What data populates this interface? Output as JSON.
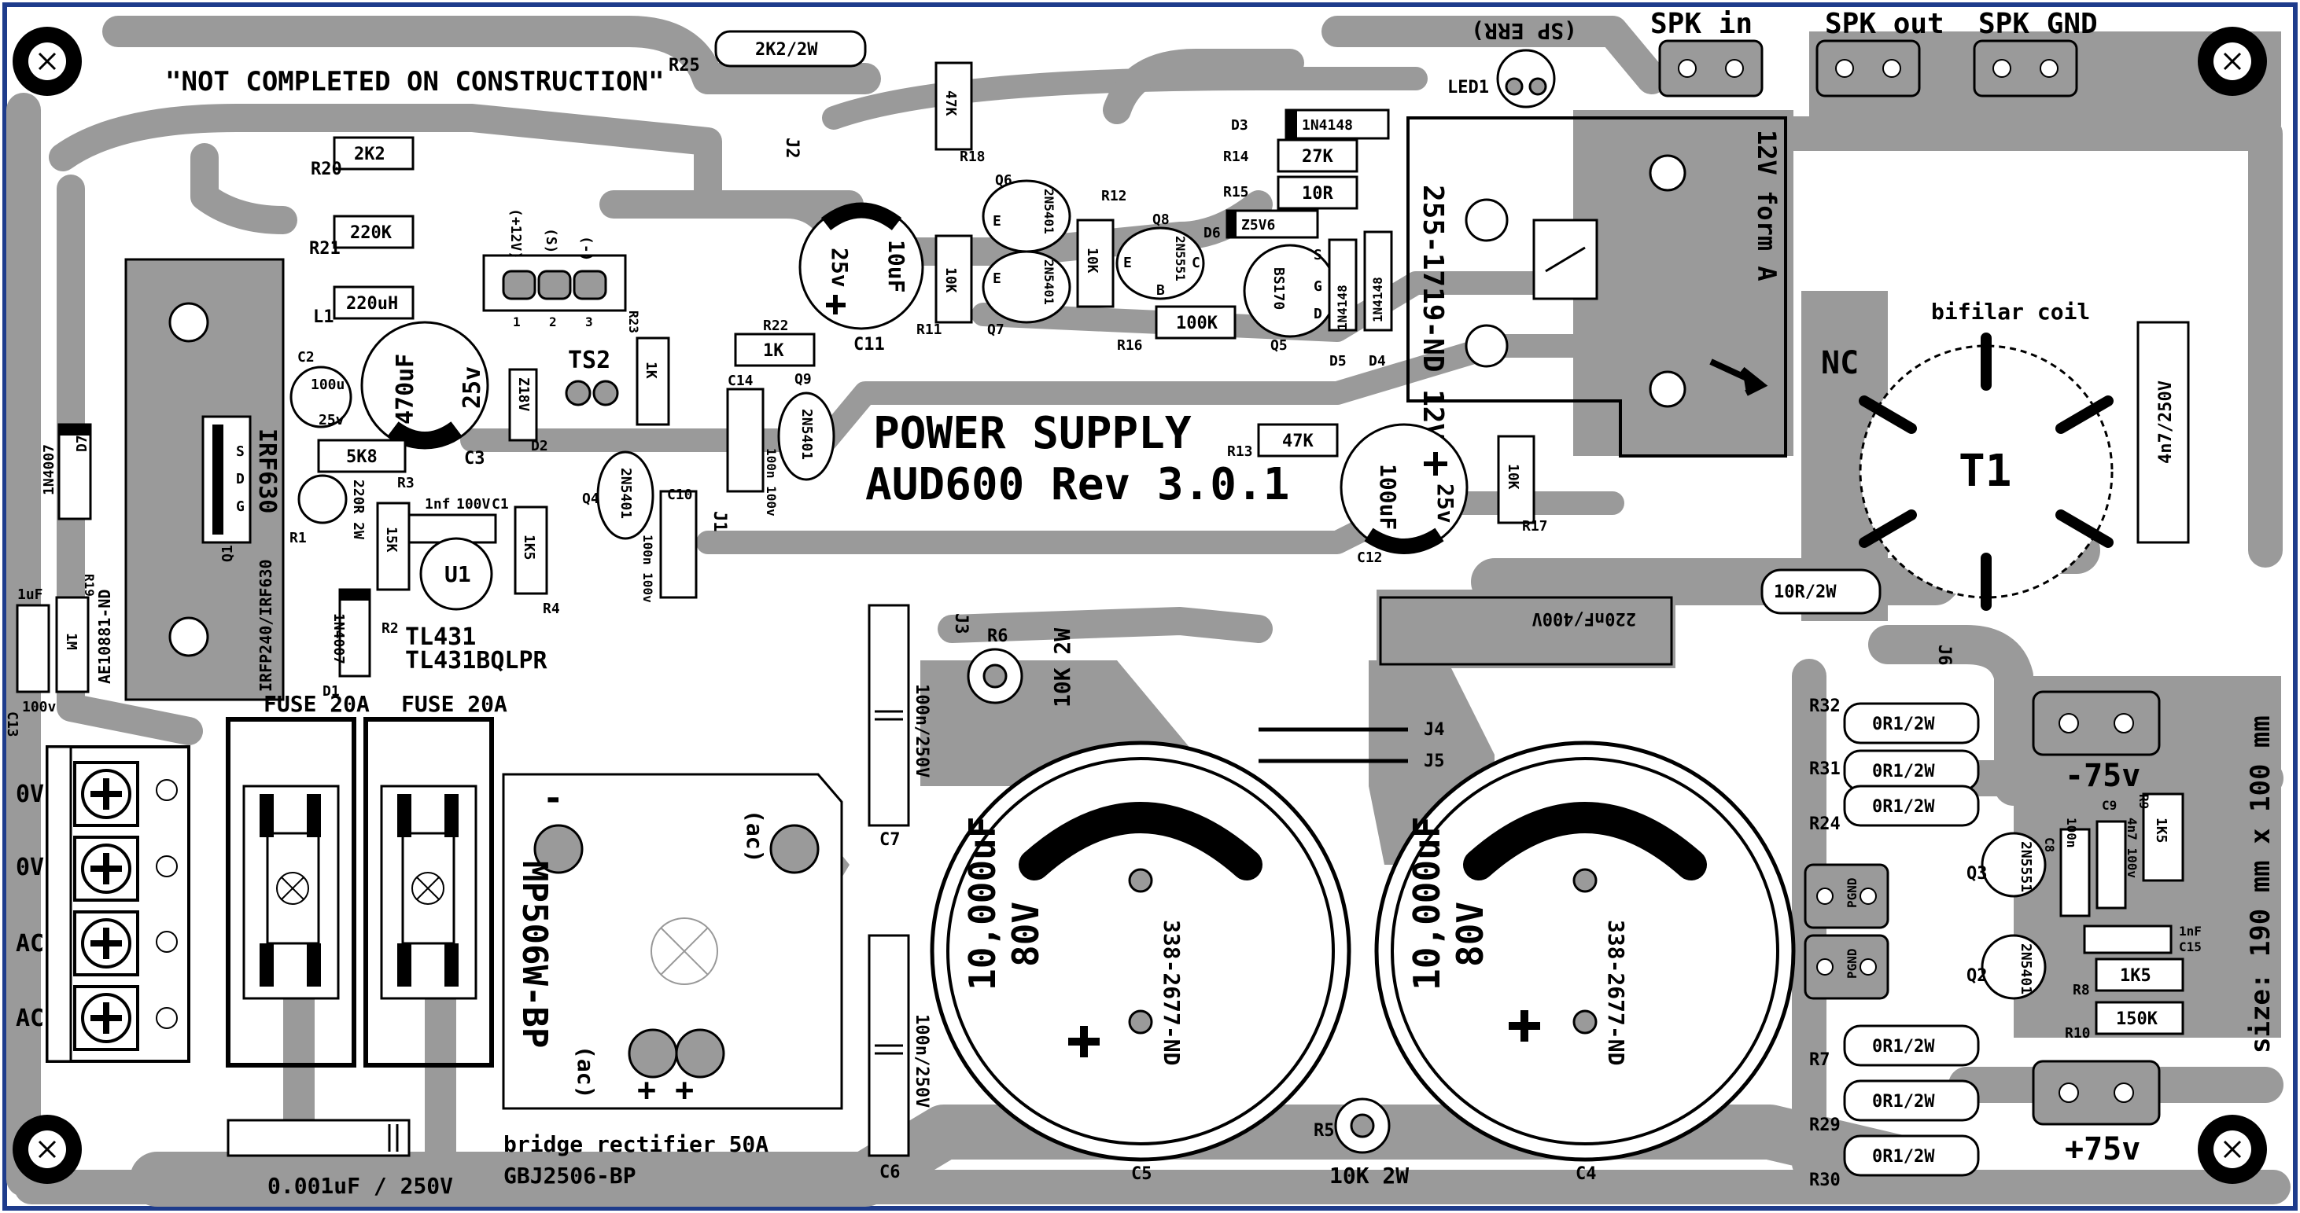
{
  "board": {
    "title_line1": "POWER SUPPLY",
    "title_line2": "AUD600 Rev 3.0.1",
    "notice": "\"NOT COMPLETED ON CONSTRUCTION\"",
    "size_note": "size: 190 mm x 100 mm",
    "colors": {
      "copper": "#9a9a9a",
      "silk": "#000000",
      "background": "#ffffff",
      "frame": "#1e3c8c"
    }
  },
  "connectors": {
    "spk_in": "SPK in",
    "spk_out": "SPK out",
    "spk_gnd": "SPK GND",
    "sp_err": "(SP ERR)",
    "neg_rail": "-75v",
    "pos_rail": "+75v",
    "pgnd_a": "PGND",
    "pgnd_b": "PGND",
    "terminal_labels": [
      "0V",
      "0V",
      "AC",
      "AC"
    ],
    "ts2": "TS2"
  },
  "relay": {
    "part": "255-1719-ND 12V",
    "type": "12V form A",
    "nc": "NC"
  },
  "transformer": {
    "name": "T1",
    "note": "bifilar coil"
  },
  "fuses": {
    "f1": "FUSE 20A",
    "f2": "FUSE 20A"
  },
  "bridge": {
    "part": "MP506W-BP",
    "caption": "bridge rectifier 50A",
    "alt_part": "GBJ2506-BP",
    "ac1": "(ac)",
    "ac2": "(ac)",
    "minus": "-",
    "plus": "+ +"
  },
  "big_caps": [
    {
      "ref": "C5",
      "value": "10,000uF",
      "volt": "80V",
      "part": "338-2677-ND"
    },
    {
      "ref": "C4",
      "value": "10,000uF",
      "volt": "80V",
      "part": "338-2677-ND"
    }
  ],
  "components": {
    "r25": {
      "ref": "R25",
      "value": "2K2/2W"
    },
    "r20": {
      "ref": "R20",
      "value": "2K2"
    },
    "r21": {
      "ref": "R21",
      "value": "220K"
    },
    "l1": {
      "ref": "L1",
      "value": "220uH"
    },
    "c2": {
      "ref": "C2",
      "value": "100u",
      "volt": "25v"
    },
    "c3": {
      "ref": "C3",
      "value": "470uF",
      "volt": "25v"
    },
    "r3": {
      "ref": "R3",
      "value": "5K8"
    },
    "r1": {
      "ref": "R1",
      "value": "220R 2W"
    },
    "r2": {
      "ref": "R2",
      "value": "15K"
    },
    "c1": {
      "ref": "C1",
      "value": "1nf",
      "volt": "100V"
    },
    "u1": {
      "ref": "U1",
      "part": "TL431",
      "part2": "TL431BQLPR"
    },
    "r4": {
      "ref": "R4",
      "value": "1K5"
    },
    "d1": {
      "ref": "D1",
      "value": "1N4007"
    },
    "d2": {
      "ref": "D2",
      "value": "Z18V"
    },
    "d7": {
      "ref": "D7",
      "value": "1N4007"
    },
    "r19": {
      "ref": "R19",
      "value": "1M"
    },
    "c13": {
      "ref": "C13",
      "value": "1uF",
      "volt": "100v"
    },
    "q1": {
      "ref": "Q1",
      "part": "IRF630",
      "alt": "IRFP240/IRF630",
      "heatsink": "AE10881-ND",
      "pins": [
        "S",
        "D",
        "G"
      ]
    },
    "jumper": {
      "pins": [
        "(+12V)",
        "(S)",
        "(-)"
      ],
      "nums": [
        "1",
        "2",
        "3"
      ]
    },
    "r23": {
      "ref": "R23",
      "value": "1K"
    },
    "r22": {
      "ref": "R22",
      "value": "1K"
    },
    "c14": {
      "ref": "C14",
      "value": "100n 100v"
    },
    "c10": {
      "ref": "C10",
      "value": "100n 100v"
    },
    "q9": {
      "ref": "Q9",
      "part": "2N5401"
    },
    "q4": {
      "ref": "Q4",
      "part": "2N5401"
    },
    "r18": {
      "ref": "R18",
      "value": "47K"
    },
    "q6": {
      "ref": "Q6",
      "part": "2N5401"
    },
    "q7": {
      "ref": "Q7",
      "part": "2N5401"
    },
    "r11": {
      "ref": "R11",
      "value": "10K"
    },
    "c11": {
      "ref": "C11",
      "value": "10uF",
      "volt": "25v"
    },
    "r12": {
      "ref": "R12",
      "value": "10K"
    },
    "q8": {
      "ref": "Q8",
      "part": "2N5551"
    },
    "r16": {
      "ref": "R16",
      "value": "100K"
    },
    "d3": {
      "ref": "D3",
      "value": "1N4148"
    },
    "r14": {
      "ref": "R14",
      "value": "27K"
    },
    "r15": {
      "ref": "R15",
      "value": "10R"
    },
    "d6": {
      "ref": "D6",
      "value": "Z5V6"
    },
    "q5": {
      "ref": "Q5",
      "part": "BS170",
      "pins": [
        "S",
        "G",
        "D"
      ]
    },
    "d5": {
      "ref": "D5",
      "value": "1N4148"
    },
    "d4": {
      "ref": "D4",
      "value": "1N4148"
    },
    "r13": {
      "ref": "R13",
      "value": "47K"
    },
    "c12": {
      "ref": "C12",
      "value": "100uF",
      "volt": "25v"
    },
    "r17": {
      "ref": "R17",
      "value": "10K"
    },
    "led1": {
      "ref": "LED1"
    },
    "c16": {
      "value": "4n7/250V"
    },
    "rsn": {
      "value": "10R/2W"
    },
    "csn": {
      "value": "220nF/400V"
    },
    "j6": {
      "ref": "J6"
    },
    "c7": {
      "ref": "C7",
      "value": "100n/250V"
    },
    "c6": {
      "ref": "C6",
      "value": "100n/250V"
    },
    "r6": {
      "ref": "R6",
      "value": "10K 2W"
    },
    "r5": {
      "ref": "R5",
      "value": "10K 2W"
    },
    "j1": "J1",
    "j2": "J2",
    "j3": "J3",
    "j4": "J4",
    "j5": "J5",
    "r32": {
      "ref": "R32",
      "value": "0R1/2W"
    },
    "r31": {
      "ref": "R31",
      "value": "0R1/2W"
    },
    "r24": {
      "ref": "R24",
      "value": "0R1/2W"
    },
    "r7": {
      "ref": "R7",
      "value": "0R1/2W"
    },
    "r29": {
      "ref": "R29",
      "value": "0R1/2W"
    },
    "r30": {
      "ref": "R30",
      "value": "0R1/2W"
    },
    "q3": {
      "ref": "Q3",
      "part": "2N5551"
    },
    "q2": {
      "ref": "Q2",
      "part": "2N5401"
    },
    "c8": {
      "ref": "C8",
      "value": "100n"
    },
    "c9": {
      "ref": "C9",
      "value": "4n7 100v"
    },
    "r9": {
      "ref": "R9",
      "value": "1K5"
    },
    "c15": {
      "ref": "C15",
      "value": "1nF"
    },
    "r8": {
      "ref": "R8",
      "value": "1K5"
    },
    "r10": {
      "ref": "R10",
      "value": "150K"
    },
    "cin": {
      "value": "0.001uF / 250V"
    },
    "ebc": [
      "E",
      "B",
      "C"
    ]
  }
}
